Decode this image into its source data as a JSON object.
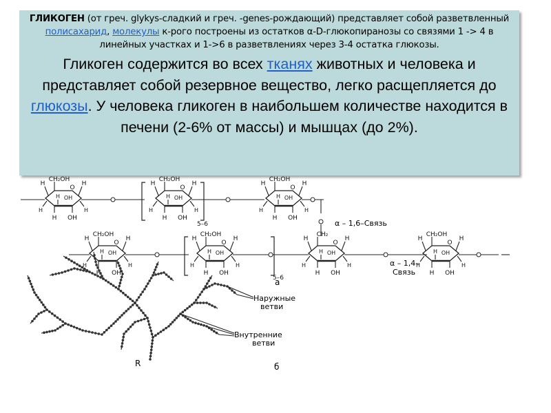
{
  "slide": {
    "para1": {
      "term": "ГЛИКОГЕН",
      "text_a": " (от греч. glykys-сладкий и греч. -genes-рождающий)  представляет собой разветвленный ",
      "link1": "полисахарид",
      "text_b": ", ",
      "link2": "молекулы",
      "text_c": " к-рого построены из остатков  α-D-глюкопиранозы со связями 1 -> 4 в линейных участках и 1->6 в разветвлениях через 3-4 остатка глюкозы."
    },
    "para2": {
      "text_a": "Гликоген содержится во всех ",
      "link1": "тканях",
      "text_b": " животных и человека и представляет собой резервное вещество, легко расщепляется  до ",
      "link2": "глюкозы",
      "text_c": ". У человека гликоген в наибольшем количестве находится в печени (2-6% от массы) и мышцах (до 2%)."
    },
    "colors": {
      "box_bg": "#bcdadb",
      "link": "#1f5fc7"
    }
  },
  "figure": {
    "atom_ch2oh": "CH₂OH",
    "atom_ch2": "CH₂",
    "atom_h": "H",
    "atom_oh": "OH",
    "atom_o": "O",
    "bridge_56": "5–6",
    "bond_16": "α – 1,6–Связь",
    "bond_14_a": "α – 1,4–",
    "bond_14_b": "Связь",
    "label_a": "а",
    "outer_1": "Наружные",
    "outer_2": "ветви",
    "inner_1": "Внутренние",
    "inner_2": "ветви",
    "label_r": "R",
    "label_b": "б"
  }
}
